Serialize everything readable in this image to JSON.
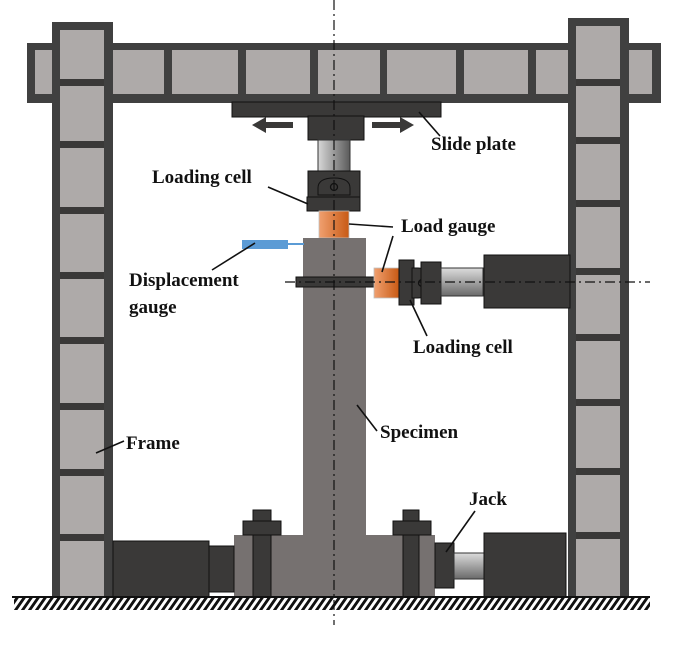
{
  "diagram": {
    "labels": {
      "slide_plate": "Slide plate",
      "loading_cell_top": "Loading cell",
      "load_gauge": "Load gauge",
      "displacement_gauge_line1": "Displacement",
      "displacement_gauge_line2": "gauge",
      "loading_cell_side": "Loading cell",
      "frame": "Frame",
      "specimen": "Specimen",
      "jack": "Jack"
    },
    "colors": {
      "frame_fill": "#aeaaa9",
      "frame_stroke": "#404040",
      "dark_steel": "#3a3938",
      "specimen": "#767170",
      "load_gauge": "#e0702a",
      "displacement_gauge": "#5b9bd5",
      "text": "#111111"
    }
  }
}
